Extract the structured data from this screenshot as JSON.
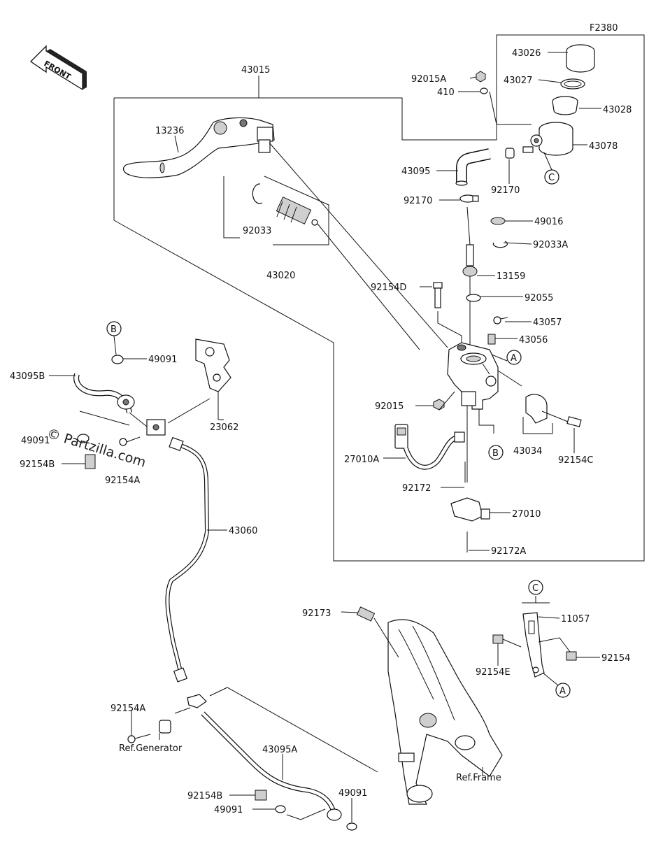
{
  "figure_code": "F2380",
  "direction": "FRONT",
  "watermark": "© Partzilla.com",
  "callouts": {
    "A": "A",
    "B": "B",
    "C": "C"
  },
  "refs": {
    "generator": "Ref.Generator",
    "frame": "Ref.Frame"
  },
  "parts": [
    {
      "id": "43015",
      "label": "43015"
    },
    {
      "id": "13236",
      "label": "13236"
    },
    {
      "id": "92033",
      "label": "92033"
    },
    {
      "id": "43020",
      "label": "43020"
    },
    {
      "id": "92015A",
      "label": "92015A"
    },
    {
      "id": "410",
      "label": "410"
    },
    {
      "id": "43026",
      "label": "43026"
    },
    {
      "id": "43027",
      "label": "43027"
    },
    {
      "id": "43028",
      "label": "43028"
    },
    {
      "id": "43078",
      "label": "43078"
    },
    {
      "id": "43095",
      "label": "43095"
    },
    {
      "id": "92170-right",
      "label": "92170"
    },
    {
      "id": "92170-left",
      "label": "92170"
    },
    {
      "id": "49016",
      "label": "49016"
    },
    {
      "id": "92033A",
      "label": "92033A"
    },
    {
      "id": "13159",
      "label": "13159"
    },
    {
      "id": "92154D",
      "label": "92154D"
    },
    {
      "id": "92055",
      "label": "92055"
    },
    {
      "id": "43057",
      "label": "43057"
    },
    {
      "id": "43056",
      "label": "43056"
    },
    {
      "id": "92015",
      "label": "92015"
    },
    {
      "id": "43034",
      "label": "43034"
    },
    {
      "id": "92154C",
      "label": "92154C"
    },
    {
      "id": "27010A",
      "label": "27010A"
    },
    {
      "id": "92172",
      "label": "92172"
    },
    {
      "id": "27010",
      "label": "27010"
    },
    {
      "id": "92172A",
      "label": "92172A"
    },
    {
      "id": "49091-top",
      "label": "49091"
    },
    {
      "id": "43095B",
      "label": "43095B"
    },
    {
      "id": "23062",
      "label": "23062"
    },
    {
      "id": "49091-left",
      "label": "49091"
    },
    {
      "id": "92154B-left",
      "label": "92154B"
    },
    {
      "id": "92154A-top",
      "label": "92154A"
    },
    {
      "id": "43060",
      "label": "43060"
    },
    {
      "id": "92173",
      "label": "92173"
    },
    {
      "id": "11057",
      "label": "11057"
    },
    {
      "id": "92154E",
      "label": "92154E"
    },
    {
      "id": "92154",
      "label": "92154"
    },
    {
      "id": "92154A-bottom",
      "label": "92154A"
    },
    {
      "id": "43095A",
      "label": "43095A"
    },
    {
      "id": "92154B-bottom",
      "label": "92154B"
    },
    {
      "id": "49091-bottom-right",
      "label": "49091"
    },
    {
      "id": "49091-bottom",
      "label": "49091"
    }
  ]
}
